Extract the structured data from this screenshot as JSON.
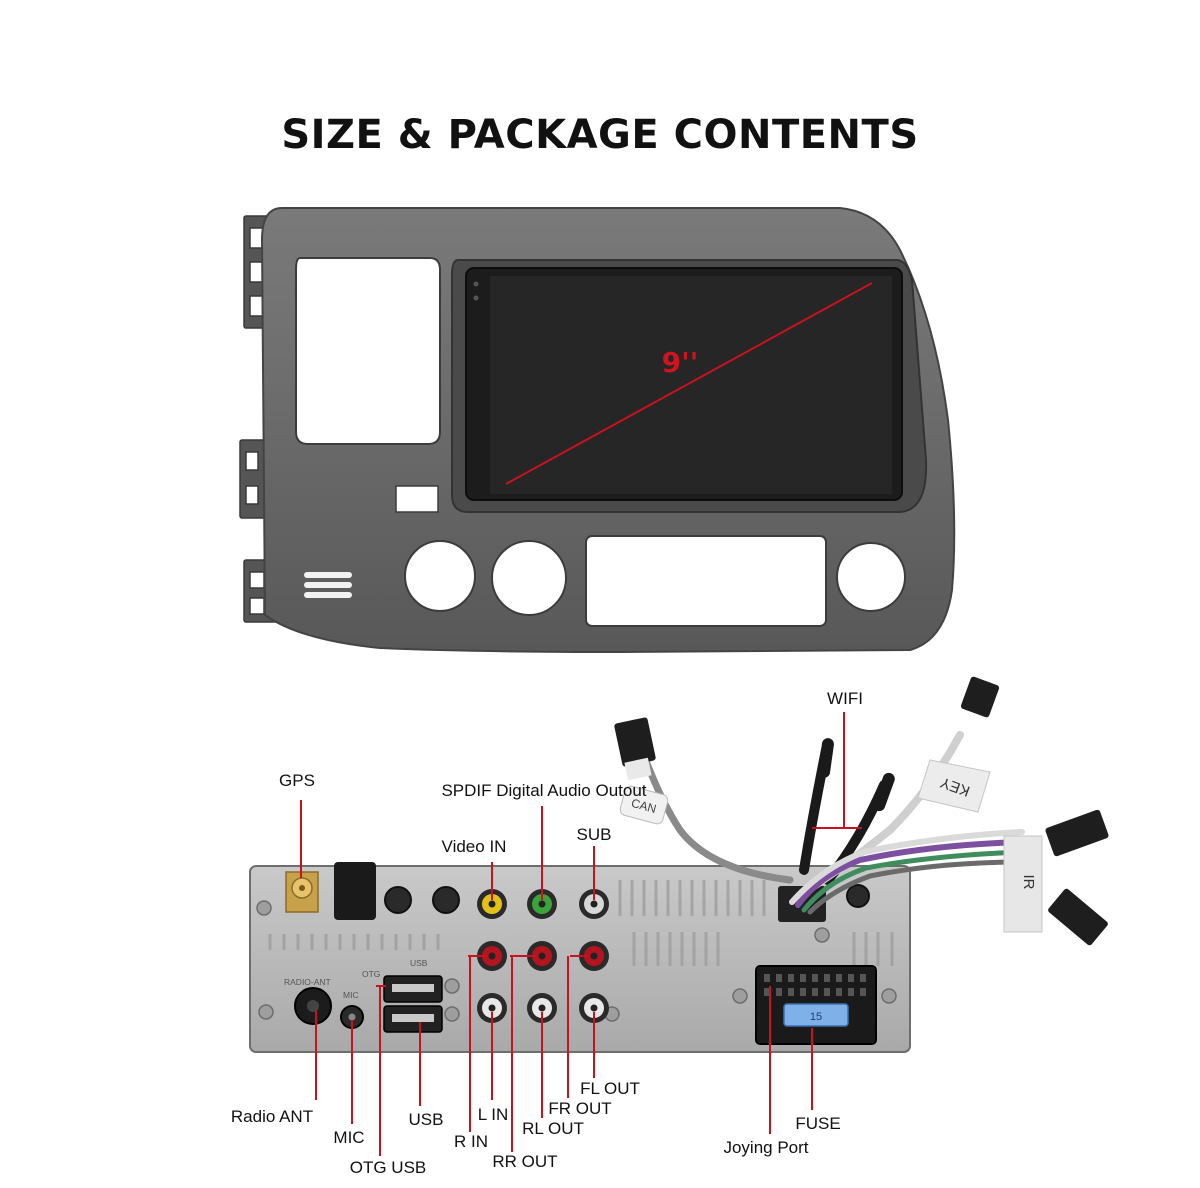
{
  "title": "SIZE & PACKAGE CONTENTS",
  "screen_size": "9''",
  "labels": {
    "wifi": "WIFI",
    "gps": "GPS",
    "spdif": "SPDIF Digital Audio Outout",
    "sub": "SUB",
    "video_in": "Video IN",
    "radio_ant": "Radio ANT",
    "mic": "MIC",
    "usb": "USB",
    "otg_usb": "OTG USB",
    "r_in": "R IN",
    "l_in": "L IN",
    "rr_out": "RR OUT",
    "rl_out": "RL OUT",
    "fr_out": "FR OUT",
    "fl_out": "FL OUT",
    "joying_port": "Joying Port",
    "fuse": "FUSE"
  },
  "cable_tags": {
    "can": "CAN",
    "key": "KEY",
    "ir": "IR"
  },
  "panel_print": {
    "radio_ant": "RADIO-ANT",
    "mic": "MIC",
    "otg": "OTG",
    "usb": "USB",
    "fuse_rating": "15"
  },
  "colors": {
    "leader_line": "#c8121e",
    "bezel": "#6b6b6b",
    "screen": "#232323",
    "unit_body": "#bdbdbd"
  }
}
